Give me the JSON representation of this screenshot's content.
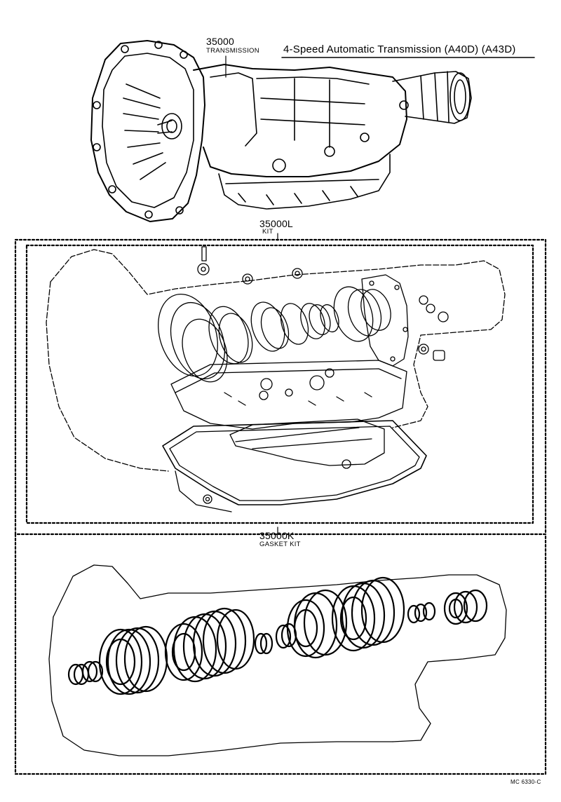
{
  "title": "4-Speed Automatic Transmission (A40D) (A43D)",
  "parts": [
    {
      "number": "35000",
      "name": "TRANSMISSION"
    },
    {
      "number": "35000L",
      "name": "KIT"
    },
    {
      "number": "35000K",
      "name": "GASKET KIT"
    }
  ],
  "illustration_code": "MC  6330-C",
  "colors": {
    "ink": "#000000",
    "paper": "#ffffff"
  }
}
